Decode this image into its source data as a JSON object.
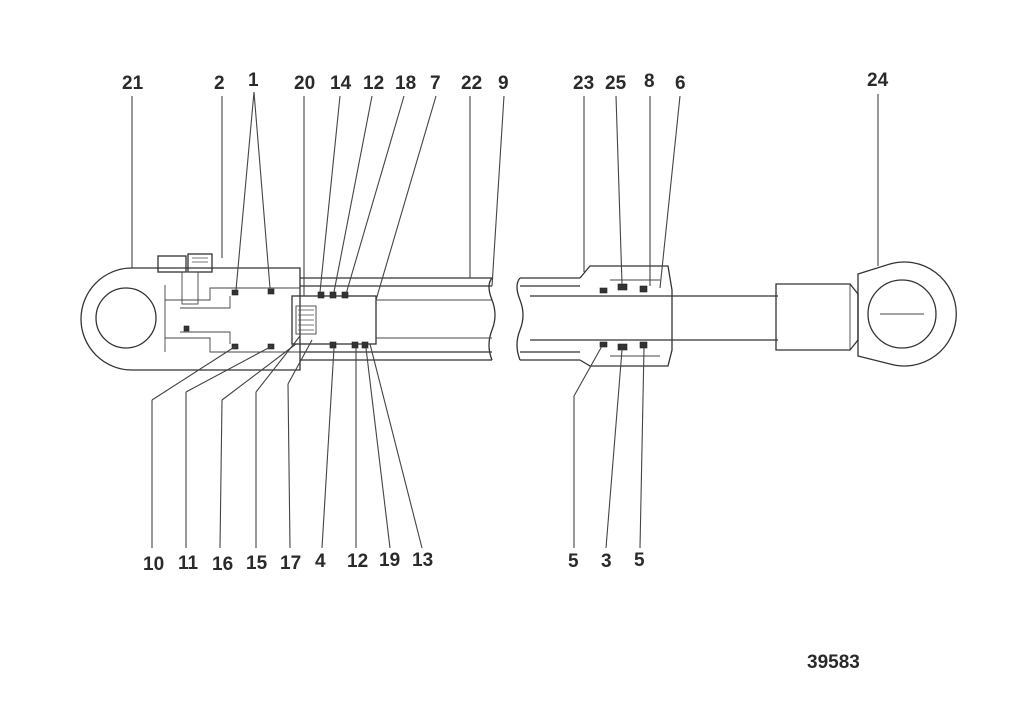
{
  "figure": {
    "reference_number": "39583"
  },
  "callouts": [
    {
      "id": "c21",
      "label": "21"
    },
    {
      "id": "c2a",
      "label": "2"
    },
    {
      "id": "c1",
      "label": "1"
    },
    {
      "id": "c20",
      "label": "20"
    },
    {
      "id": "c14",
      "label": "14"
    },
    {
      "id": "c12a",
      "label": "12"
    },
    {
      "id": "c18",
      "label": "18"
    },
    {
      "id": "c7",
      "label": "7"
    },
    {
      "id": "c22",
      "label": "22"
    },
    {
      "id": "c9",
      "label": "9"
    },
    {
      "id": "c23",
      "label": "23"
    },
    {
      "id": "c25",
      "label": "25"
    },
    {
      "id": "c8",
      "label": "8"
    },
    {
      "id": "c6",
      "label": "6"
    },
    {
      "id": "c24",
      "label": "24"
    },
    {
      "id": "c10",
      "label": "10"
    },
    {
      "id": "c11",
      "label": "11"
    },
    {
      "id": "c16",
      "label": "16"
    },
    {
      "id": "c15",
      "label": "15"
    },
    {
      "id": "c17",
      "label": "17"
    },
    {
      "id": "c4",
      "label": "4"
    },
    {
      "id": "c12b",
      "label": "12"
    },
    {
      "id": "c19",
      "label": "19"
    },
    {
      "id": "c13",
      "label": "13"
    },
    {
      "id": "c5a",
      "label": "5"
    },
    {
      "id": "c3",
      "label": "3"
    },
    {
      "id": "c5b",
      "label": "5"
    }
  ]
}
